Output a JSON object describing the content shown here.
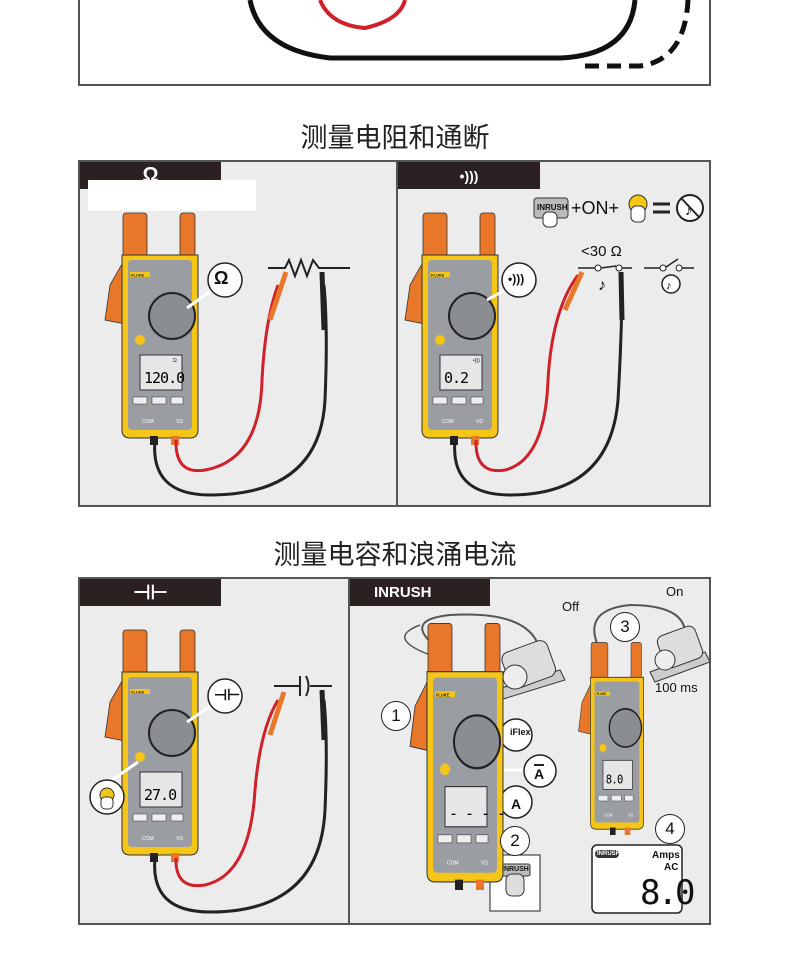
{
  "section_resistance": {
    "title": "测量电阻和通断",
    "tab_resistance": "Ω",
    "tab_continuity": "•)))",
    "callout_resistance": "Ω",
    "callout_continuity": "•)))",
    "display_resistance": "120.0",
    "display_continuity": "0.2",
    "inrush_key": "INRUSH",
    "formula_on": "+ON+",
    "threshold": "<30 Ω"
  },
  "section_capacitance": {
    "title": "测量电容和浪涌电流",
    "tab_capacitance": "⊣⊢",
    "tab_inrush": "INRUSH",
    "callout_capacitance": "⊣⊢",
    "display_capacitance": "27.0",
    "motor_off": "Off",
    "motor_on": "On",
    "duration": "100 ms",
    "steps": [
      "1",
      "2",
      "3",
      "4"
    ],
    "iflex_label": "iFlex",
    "dc_a": "A",
    "ac_a": "A",
    "inrush_button": "INRUSH",
    "display_big_value": "8.0",
    "display_big_units": "Amps",
    "display_big_mode": "AC",
    "display_big_badge": "INRUSH",
    "display_small": "8.0",
    "display_inrush_dashes": "- - - -"
  },
  "meter": {
    "brand": "FLUKE",
    "com": "COM",
    "vohm": "VΩ"
  },
  "colors": {
    "orange": "#e8772a",
    "yellow": "#f5c518",
    "red": "#d0202a",
    "tab": "#2b2120"
  }
}
